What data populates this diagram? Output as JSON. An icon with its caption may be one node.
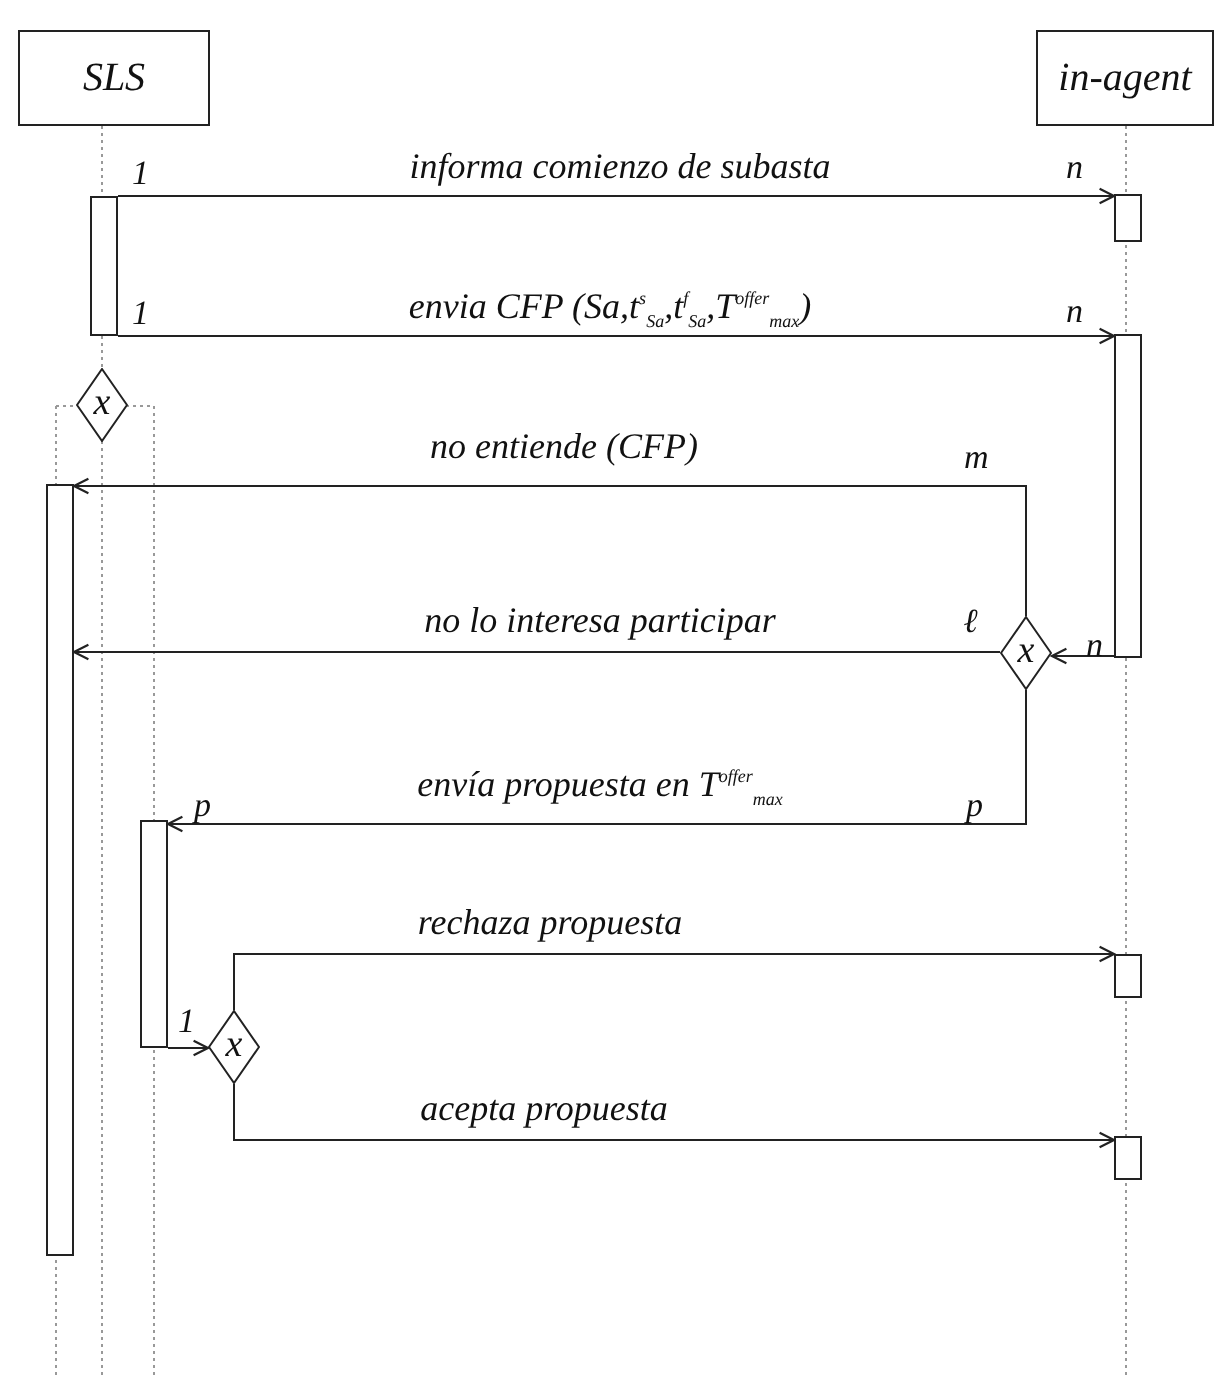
{
  "diagram": {
    "nodes": [
      {
        "text": [
          "SLS"
        ]
      },
      {
        "text": [
          "in-agent"
        ]
      },
      {
        "text": [],
        "shape": "bar"
      },
      {
        "text": [],
        "shape": "bar"
      },
      {
        "text": [],
        "shape": "bar"
      },
      {
        "text": [
          "x"
        ]
      },
      {
        "text": [],
        "shape": "bar"
      },
      {
        "text": [
          "x"
        ]
      },
      {
        "text": [],
        "shape": "bar"
      },
      {
        "text": [
          "x"
        ]
      },
      {
        "text": [],
        "shape": "bar"
      },
      {
        "text": [],
        "shape": "bar"
      }
    ],
    "edges": [
      {
        "from": 2,
        "to": 3,
        "arrow": "to",
        "label": "informa comienzo de subasta"
      },
      {
        "from": 2,
        "to": 4,
        "arrow": "to",
        "label": "envia CFP (Sa,t$^{s}$$_{Sa}$,t$^{f}$$_{Sa}$,T$^{offer}$$_{max}$)"
      },
      {
        "from": 4,
        "to": 7,
        "arrow": "to"
      },
      {
        "from": 7,
        "to": 6,
        "arrow": "to",
        "label": "no entiende (CFP)"
      },
      {
        "from": 7,
        "to": 6,
        "arrow": "to",
        "label": "no lo interesa participar"
      },
      {
        "from": 7,
        "to": 8,
        "arrow": "to",
        "label": "envía propuesta en T$^{offer}$$_{max}$"
      },
      {
        "from": 8,
        "to": 9,
        "arrow": "to"
      },
      {
        "from": 9,
        "to": 10,
        "arrow": "to",
        "label": "rechaza propuesta"
      },
      {
        "from": 9,
        "to": 11,
        "arrow": "to",
        "label": "acepta propuesta"
      }
    ],
    "labels": [
      "1",
      "n",
      "1",
      "n",
      "m",
      "ℓ",
      "n",
      "p",
      "p",
      "1"
    ]
  }
}
